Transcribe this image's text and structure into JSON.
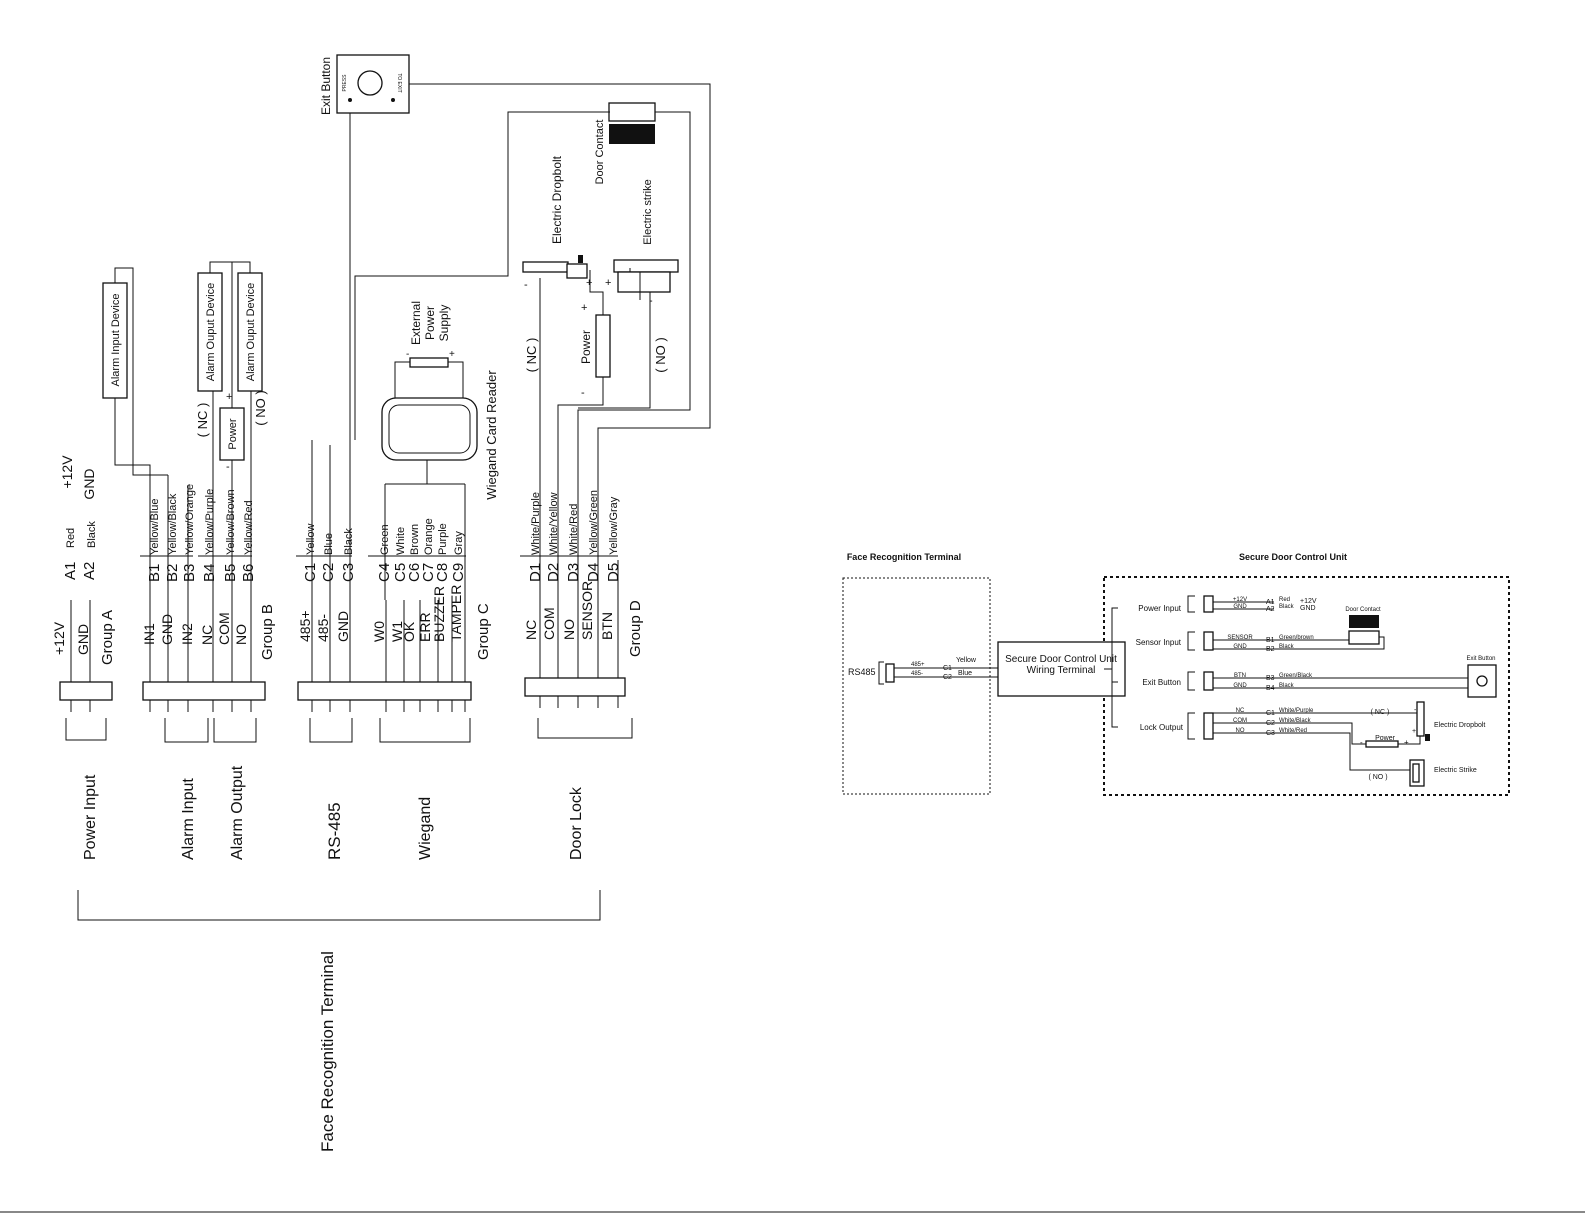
{
  "left": {
    "exit_button": {
      "title": "Exit Button",
      "press": "PRESS",
      "to_exit": "TO EXIT"
    },
    "door_contact": "Door Contact",
    "electric_dropbolt": "Electric Dropbolt",
    "electric_strike": "Electric strike",
    "external_power": [
      "External",
      "Power",
      "Supply"
    ],
    "wiegand_reader": "Wiegand Card Reader",
    "alarm_input_device": "Alarm Input Device",
    "alarm_output_device_1": "Alarm Ouput Device",
    "alarm_output_device_2": "Alarm Ouput Device",
    "power": "Power",
    "nc": "( NC )",
    "no": "( NO )",
    "lock_nc": "( NC )",
    "lock_no": "( NO )",
    "lock_power": "Power",
    "plus": "+",
    "minus": "-",
    "supply_top": "+12V",
    "supply_bottom": "GND",
    "power_wires": [
      {
        "pin": "A1",
        "color": "Red"
      },
      {
        "pin": "A2",
        "color": "Black"
      }
    ],
    "group_a": {
      "name": "Group A",
      "pins": [
        "+12V",
        "GND"
      ]
    },
    "group_b": {
      "name": "Group B",
      "pins": [
        "IN1",
        "GND",
        "IN2",
        "NC",
        "COM",
        "NO"
      ],
      "wires": [
        {
          "pin": "B1",
          "color": "Yellow/Blue"
        },
        {
          "pin": "B2",
          "color": "Yellow/Black"
        },
        {
          "pin": "B3",
          "color": "Yellow/Orange"
        },
        {
          "pin": "B4",
          "color": "Yellow/Purple"
        },
        {
          "pin": "B5",
          "color": "Yellow/Brown"
        },
        {
          "pin": "B6",
          "color": "Yellow/Red"
        }
      ]
    },
    "group_c": {
      "name": "Group C",
      "pins": [
        "485+",
        "485-",
        "GND",
        "W0",
        "W1",
        "OK",
        "ERR",
        "BUZZER",
        "TAMPER"
      ],
      "wires": [
        {
          "pin": "C1",
          "color": "Yellow"
        },
        {
          "pin": "C2",
          "color": "Blue"
        },
        {
          "pin": "C3",
          "color": "Black"
        },
        {
          "pin": "C4",
          "color": "Green"
        },
        {
          "pin": "C5",
          "color": "White"
        },
        {
          "pin": "C6",
          "color": "Brown"
        },
        {
          "pin": "C7",
          "color": "Orange"
        },
        {
          "pin": "C8",
          "color": "Purple"
        },
        {
          "pin": "C9",
          "color": "Gray"
        }
      ]
    },
    "group_d": {
      "name": "Group D",
      "pins": [
        "NC",
        "COM",
        "NO",
        "SENSOR",
        "BTN"
      ],
      "wires": [
        {
          "pin": "D1",
          "color": "White/Purple"
        },
        {
          "pin": "D2",
          "color": "White/Yellow"
        },
        {
          "pin": "D3",
          "color": "White/Red"
        },
        {
          "pin": "D4",
          "color": "Yellow/Green"
        },
        {
          "pin": "D5",
          "color": "Yellow/Gray"
        }
      ]
    },
    "sections": [
      "Power Input",
      "Alarm Input",
      "Alarm Output",
      "RS-485",
      "Wiegand",
      "Door Lock"
    ],
    "terminal_title": "Face Recognition Terminal"
  },
  "right": {
    "frt_title": "Face Recognition Terminal",
    "sdcu_title": "Secure Door Control Unit",
    "rs485": "RS485",
    "rs_pins": [
      "485+",
      "485-"
    ],
    "rs_codes": [
      "C1",
      "C2"
    ],
    "rs_colors": [
      "Yellow",
      "Blue"
    ],
    "wiring_box": [
      "Secure Door Control Unit",
      "Wiring Terminal"
    ],
    "groups": [
      "Power Input",
      "Sensor Input",
      "Exit Button",
      "Lock Output"
    ],
    "power_rows": [
      {
        "pin": "+12V",
        "code": "A1",
        "color": "Red",
        "label": "+12V"
      },
      {
        "pin": "GND",
        "code": "A2",
        "color": "Black",
        "label": "GND"
      }
    ],
    "sensor_rows": [
      {
        "pin": "SENSOR",
        "code": "B1",
        "color": "Green/brown"
      },
      {
        "pin": "GND",
        "code": "B2",
        "color": "Black"
      }
    ],
    "exit_rows": [
      {
        "pin": "BTN",
        "code": "B3",
        "color": "Green/Black"
      },
      {
        "pin": "GND",
        "code": "B4",
        "color": "Black"
      }
    ],
    "lock_rows": [
      {
        "pin": "NC",
        "code": "C1",
        "color": "White/Purple"
      },
      {
        "pin": "COM",
        "code": "C2",
        "color": "White/Black"
      },
      {
        "pin": "NO",
        "code": "C3",
        "color": "White/Red"
      }
    ],
    "door_contact": "Door Contact",
    "exit_button": "Exit Button",
    "electric_dropbolt": "Electric Dropbolt",
    "electric_strike": "Electric Strike",
    "lock_nc": "( NC )",
    "lock_no": "( NO )",
    "lock_power": "Power",
    "plus": "+",
    "minus": "-"
  }
}
